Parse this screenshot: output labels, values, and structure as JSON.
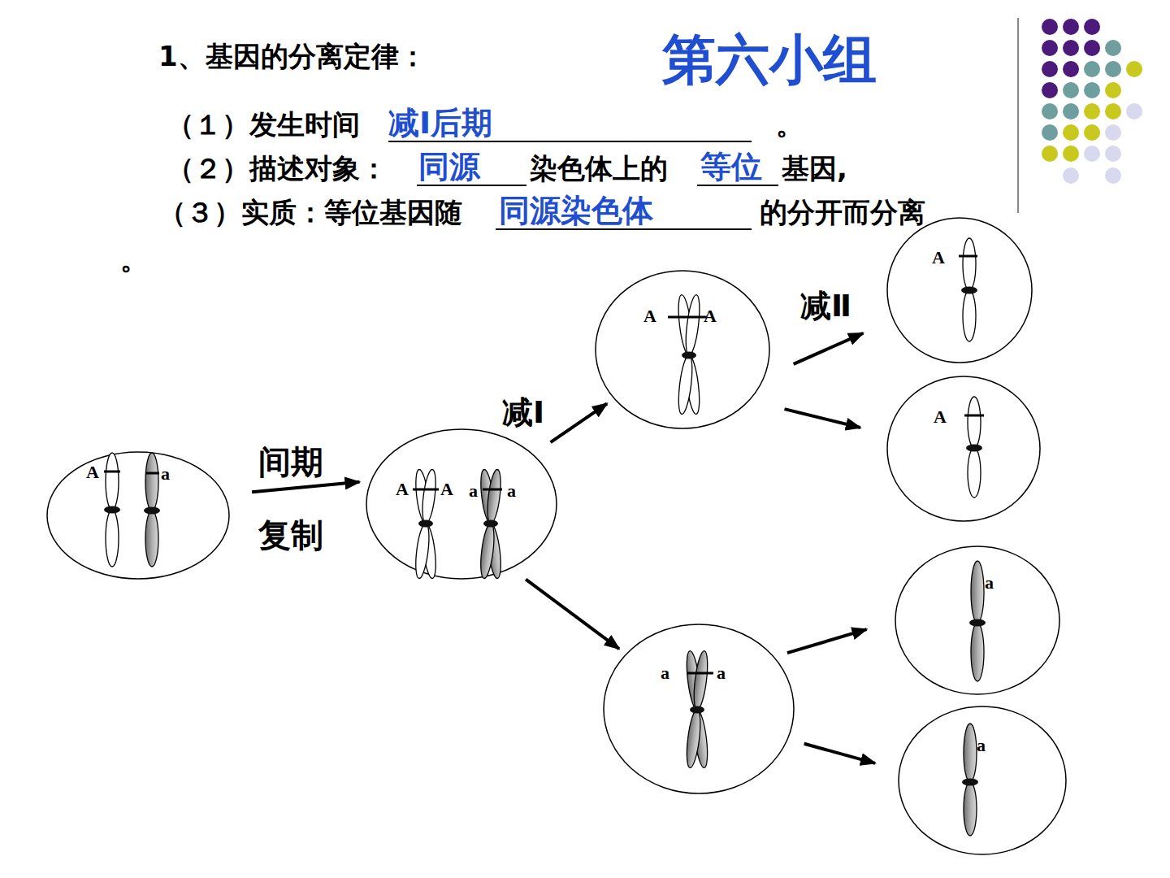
{
  "diagram": {
    "title": "1、基因的分离定律：",
    "nodes": [
      {
        "text": [
          "A",
          "a"
        ]
      },
      {
        "text": [
          "A",
          "A",
          "a",
          "a"
        ]
      },
      {
        "text": [
          "A",
          "A"
        ]
      },
      {
        "text": [
          "a",
          "a"
        ]
      },
      {
        "text": [
          "A"
        ]
      },
      {
        "text": [
          "A"
        ]
      },
      {
        "text": [
          "a"
        ]
      },
      {
        "text": [
          "a"
        ]
      }
    ],
    "edges": [
      {
        "from": 0,
        "to": 1,
        "arrow": "to"
      },
      {
        "from": 1,
        "to": 2,
        "arrow": "to"
      },
      {
        "from": 1,
        "to": 3,
        "arrow": "to"
      },
      {
        "from": 2,
        "to": 4,
        "arrow": "to"
      },
      {
        "from": 2,
        "to": 5,
        "arrow": "to"
      },
      {
        "from": 3,
        "to": 6,
        "arrow": "to"
      },
      {
        "from": 3,
        "to": 7,
        "arrow": "to"
      }
    ],
    "labels": [
      "第六小组",
      "（１）发生时间",
      "减Ⅰ后期",
      "。",
      "（２）描述对象：",
      "同源",
      "染色体上的",
      "等位",
      "基因,",
      "（３）实质：等位基因随",
      "同源染色体",
      "的分开而分离",
      "。",
      "间期",
      "复制",
      "减Ⅰ",
      "减Ⅱ"
    ]
  }
}
